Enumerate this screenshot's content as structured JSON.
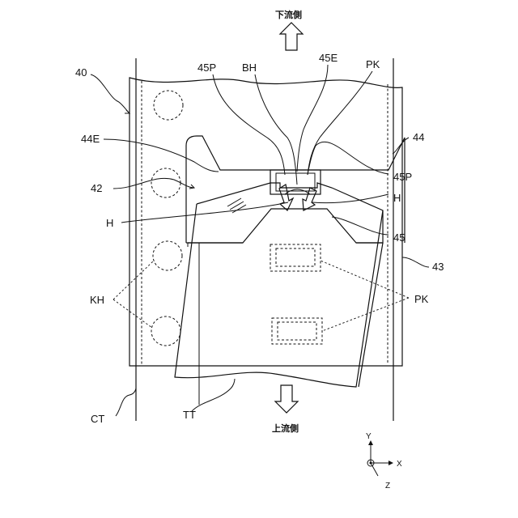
{
  "flow": {
    "downstream_label": "下流側",
    "upstream_label": "上流側"
  },
  "labels": {
    "ref_40": "40",
    "ref_44e": "44E",
    "ref_42": "42",
    "ref_h_left": "H",
    "ref_kh": "KH",
    "ref_ct": "CT",
    "ref_tt": "TT",
    "ref_45p_top": "45P",
    "ref_bh": "BH",
    "ref_45e": "45E",
    "ref_pk_top": "PK",
    "ref_44": "44",
    "ref_45p_right": "45P",
    "ref_h_right": "H",
    "ref_45": "45",
    "ref_43": "43",
    "ref_pk_right": "PK"
  },
  "axes": {
    "y": "Y",
    "x": "X",
    "z": "Z"
  }
}
